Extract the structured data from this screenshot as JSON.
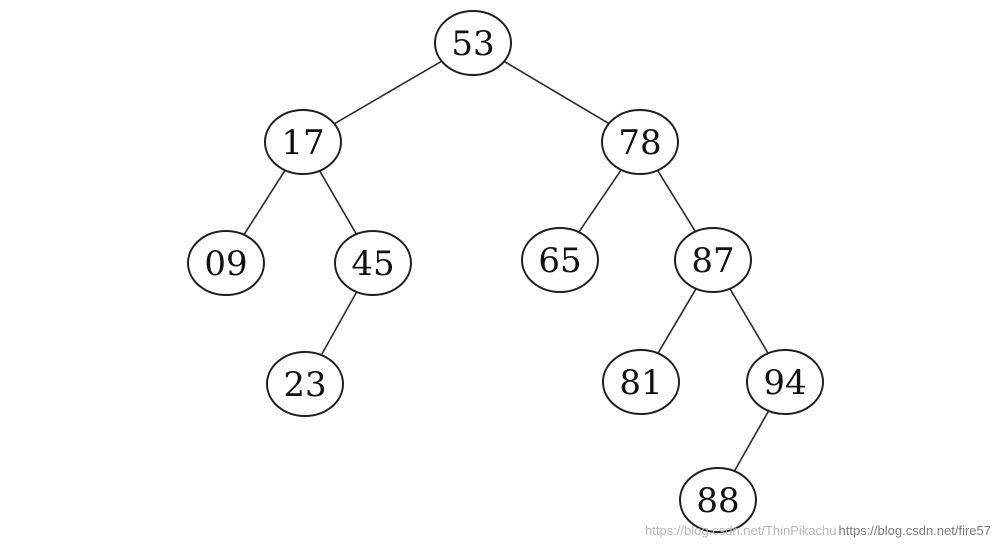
{
  "diagram": {
    "type": "binary-tree",
    "nodes": [
      {
        "id": "n53",
        "label": "53"
      },
      {
        "id": "n17",
        "label": "17"
      },
      {
        "id": "n78",
        "label": "78"
      },
      {
        "id": "n09",
        "label": "09"
      },
      {
        "id": "n45",
        "label": "45"
      },
      {
        "id": "n65",
        "label": "65"
      },
      {
        "id": "n87",
        "label": "87"
      },
      {
        "id": "n23",
        "label": "23"
      },
      {
        "id": "n81",
        "label": "81"
      },
      {
        "id": "n94",
        "label": "94"
      },
      {
        "id": "n88",
        "label": "88"
      }
    ],
    "edges": [
      {
        "from": "n53",
        "to": "n17"
      },
      {
        "from": "n53",
        "to": "n78"
      },
      {
        "from": "n17",
        "to": "n09"
      },
      {
        "from": "n17",
        "to": "n45"
      },
      {
        "from": "n45",
        "to": "n23"
      },
      {
        "from": "n78",
        "to": "n65"
      },
      {
        "from": "n78",
        "to": "n87"
      },
      {
        "from": "n87",
        "to": "n81"
      },
      {
        "from": "n87",
        "to": "n94"
      },
      {
        "from": "n94",
        "to": "n88"
      }
    ]
  },
  "watermark": {
    "faded": "https://blog.csdn.net/ThinPikachu",
    "main": "https://blog.csdn.net/fire57"
  }
}
